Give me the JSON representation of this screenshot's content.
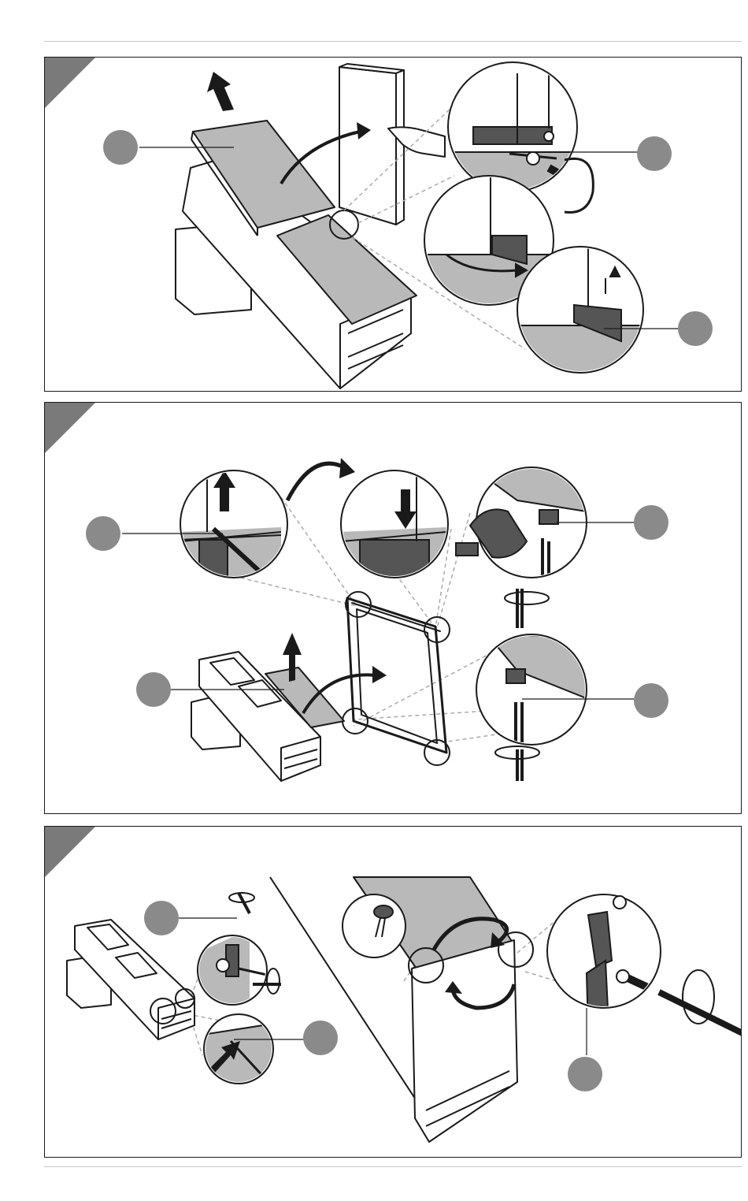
{
  "document": {
    "type": "assembly-instructions",
    "colors": {
      "line": "#1a1a1a",
      "callout_badge": "#8a8a8a",
      "corner_flag": "#7a7a7a",
      "fill_gray": "#b9b9b9",
      "fill_dark": "#555555",
      "guide_dash": "#aaaaaa",
      "rule": "#c8c8c8"
    },
    "steps": [
      {
        "callout_count": 3,
        "actions": [
          "lift-lid-up",
          "rotate-lid",
          "unscrew-hinge-screw",
          "swing-hinge-plate",
          "lift-hinge-plate"
        ]
      },
      {
        "callout_count": 4,
        "actions": [
          "pull-pin-up",
          "push-pin-down",
          "screw-corner-foot",
          "screw-corner-foot",
          "lift-panel-up",
          "move-panel-to-frame"
        ]
      },
      {
        "callout_count": 3,
        "actions": [
          "screw-rear-fastener",
          "push-in-plug",
          "rotate-bed-top",
          "screw-hinge-bracket"
        ]
      }
    ]
  }
}
